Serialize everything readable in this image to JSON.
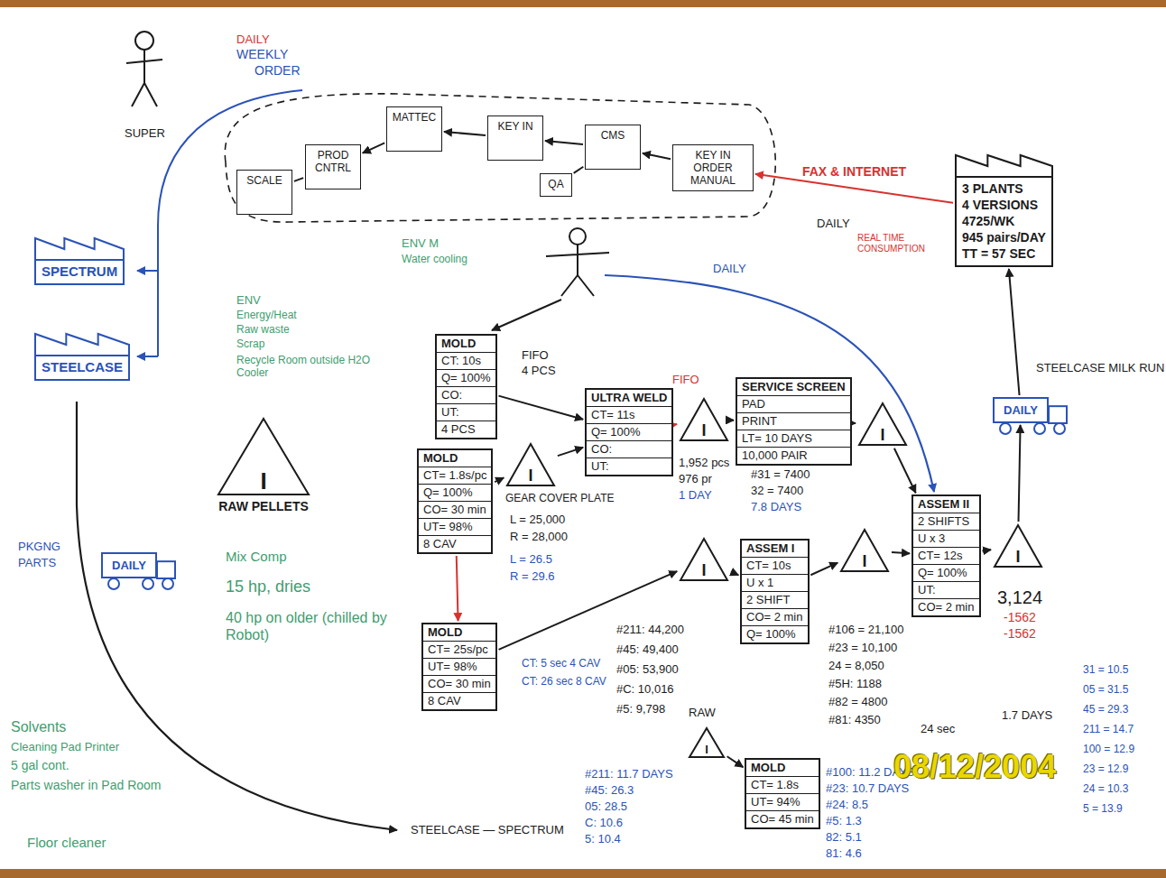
{
  "diagram": {
    "nodes": [
      {
        "text": [
          "SCALE"
        ]
      },
      {
        "text": [
          "PROD CNTRL"
        ]
      },
      {
        "text": [
          "MATTEC"
        ]
      },
      {
        "text": [
          "KEY IN"
        ]
      },
      {
        "text": [
          "CMS"
        ]
      },
      {
        "text": [
          "QA"
        ]
      },
      {
        "text": [
          "KEY IN ORDER MANUAL"
        ]
      },
      {
        "text": [
          "3 PLANTS",
          "4 VERSIONS",
          "4725/WK",
          "945 pairs/DAY",
          "TT = 57 SEC"
        ]
      },
      {
        "text": [
          "SPECTRUM"
        ]
      },
      {
        "text": [
          "STEELCASE"
        ]
      },
      {
        "text": [
          "MOLD",
          "CT: 10s",
          "Q= 100%",
          "CO:",
          "UT:",
          "4 PCS"
        ]
      },
      {
        "text": [
          "MOLD",
          "CT= 1.8s/pc",
          "Q= 100%",
          "CO= 30 min",
          "UT= 98%",
          "8 CAV"
        ]
      },
      {
        "text": [
          "ULTRA WELD",
          "CT= 11s",
          "Q= 100%",
          "CO:",
          "UT:"
        ]
      },
      {
        "text": [
          "I"
        ]
      },
      {
        "text": [
          "I"
        ]
      },
      {
        "text": [
          "SERVICE SCREEN",
          "PAD",
          "PRINT",
          "LT= 10 DAYS",
          "10,000 PAIR"
        ]
      },
      {
        "text": [
          "I"
        ]
      },
      {
        "text": [
          "I",
          "RAW PELLETS"
        ]
      },
      {
        "text": [
          "MOLD",
          "CT= 25s/pc",
          "UT= 98%",
          "CO= 30 min",
          "8 CAV"
        ]
      },
      {
        "text": [
          "I"
        ]
      },
      {
        "text": [
          "ASSEM I",
          "CT= 10s",
          "U x 1",
          "2 SHIFT",
          "CO= 2 min",
          "Q= 100%"
        ]
      },
      {
        "text": [
          "I"
        ]
      },
      {
        "text": [
          "ASSEM II",
          "2 SHIFTS",
          "U x 3",
          "CT= 12s",
          "Q= 100%",
          "UT:",
          "CO= 2 min"
        ]
      },
      {
        "text": [
          "I"
        ]
      },
      {
        "text": [
          "DAILY"
        ]
      },
      {
        "text": [
          "MOLD",
          "CT= 1.8s",
          "UT= 94%",
          "CO= 45 min"
        ]
      },
      {
        "text": [
          "I"
        ]
      },
      {
        "text": [
          "DAILY"
        ]
      }
    ],
    "edges": [
      {
        "from": 7,
        "to": 6,
        "arrow": "to",
        "label": "FAX & INTERNET"
      },
      {
        "from": 6,
        "to": 4,
        "arrow": "to"
      },
      {
        "from": 4,
        "to": 3,
        "arrow": "to"
      },
      {
        "from": 3,
        "to": 2,
        "arrow": "to"
      },
      {
        "from": 2,
        "to": 1,
        "arrow": "to"
      },
      {
        "from": 1,
        "to": 0,
        "arrow": "none"
      },
      {
        "from": 4,
        "to": 5,
        "arrow": "none"
      },
      {
        "from": 10,
        "to": 12,
        "arrow": "to"
      },
      {
        "from": 11,
        "to": 13,
        "arrow": "to"
      },
      {
        "from": 13,
        "to": 12,
        "arrow": "to"
      },
      {
        "from": 12,
        "to": 14,
        "arrow": "to"
      },
      {
        "from": 14,
        "to": 15,
        "arrow": "to"
      },
      {
        "from": 15,
        "to": 16,
        "arrow": "to"
      },
      {
        "from": 16,
        "to": 22,
        "arrow": "to"
      },
      {
        "from": 11,
        "to": 18,
        "arrow": "to"
      },
      {
        "from": 18,
        "to": 19,
        "arrow": "to"
      },
      {
        "from": 19,
        "to": 20,
        "arrow": "to"
      },
      {
        "from": 20,
        "to": 21,
        "arrow": "to"
      },
      {
        "from": 21,
        "to": 22,
        "arrow": "to"
      },
      {
        "from": 22,
        "to": 23,
        "arrow": "to"
      },
      {
        "from": 23,
        "to": 24,
        "arrow": "to"
      },
      {
        "from": 24,
        "to": 7,
        "arrow": "to"
      },
      {
        "from": 26,
        "to": 25,
        "arrow": "to"
      }
    ],
    "labels": [
      "DAILY",
      "WEEKLY",
      "ORDER",
      "SUPER",
      "DAILY",
      "REAL TIME CONSUMPTION",
      "DAILY",
      "ENV M",
      "Water cooling",
      "ENV",
      "Energy/Heat",
      "Raw waste",
      "Scrap",
      "Recycle Room outside H2O Cooler",
      "FIFO",
      "4 PCS",
      "FIFO",
      "GEAR COVER PLATE",
      "L = 25,000",
      "R = 28,000",
      "L = 26.5",
      "R = 29.6",
      "1,952 pcs",
      "976 pr",
      "1 DAY",
      "#31 = 7400",
      "32 = 7400",
      "7.8 DAYS",
      "#211: 44,200",
      "#45: 49,400",
      "#05: 53,900",
      "#C: 10,016",
      "#5: 9,798",
      "CT: 5 sec 4 CAV",
      "CT: 26 sec 8 CAV",
      "#211: 11.7 DAYS",
      "#45: 26.3",
      "05: 28.5",
      "C: 10.6",
      "5: 10.4",
      "#106 = 21,100",
      "#23 = 10,100",
      "24 = 8,050",
      "#5H: 1188",
      "#82 = 4800",
      "#81: 4350",
      "#100: 11.2 DAYS",
      "#23: 10.7 DAYS",
      "#24: 8.5",
      "#5: 1.3",
      "82: 5.1",
      "81: 4.6",
      "3,124",
      "-1562",
      "-1562",
      "STEELCASE MILK RUN",
      "24 sec",
      "1.7 DAYS",
      "08/12/2004",
      "RAW",
      "STEELCASE — SPECTRUM",
      "PKGNG",
      "PARTS",
      "Solvents",
      "Cleaning Pad Printer",
      "5 gal cont.",
      "Parts washer in Pad Room",
      "Floor cleaner",
      "Mix Comp",
      "15 hp, dries",
      "40 hp on older (chilled by Robot)",
      "31 = 10.5",
      "05 = 31.5",
      "45 = 29.3",
      "211 = 14.7",
      "100 = 12.9",
      "23 = 12.9",
      "24 = 10.3",
      "5 = 13.9"
    ]
  }
}
